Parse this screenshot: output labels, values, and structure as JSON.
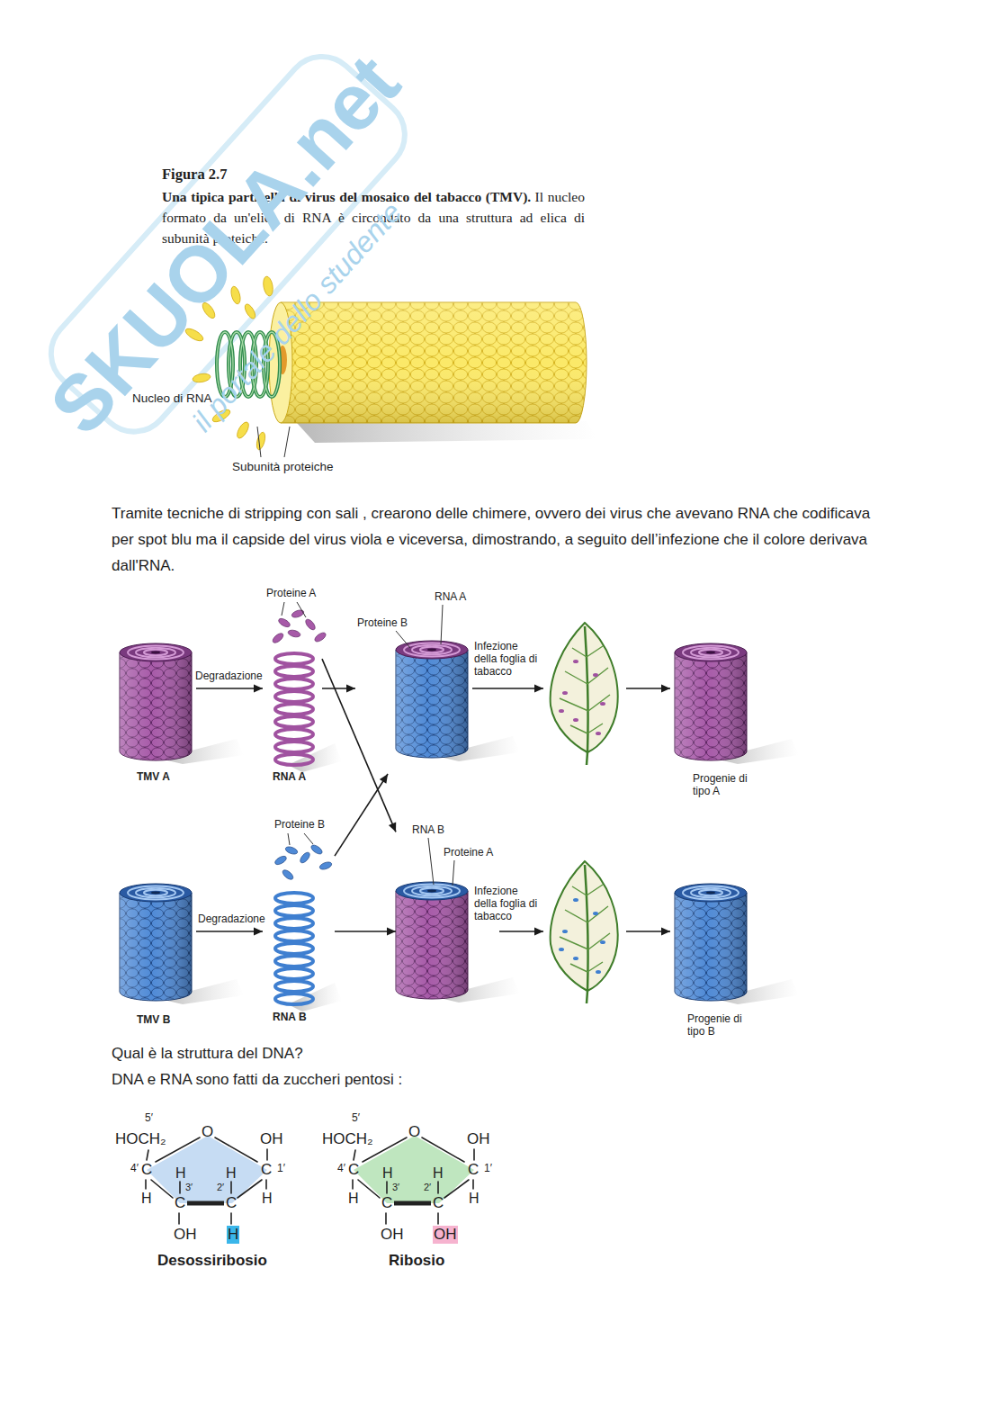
{
  "diagram": {
    "nodes": [
      {
        "text": [
          "TMV A"
        ]
      },
      {
        "text": [
          "Proteine A",
          "RNA A"
        ]
      },
      {
        "text": [
          "RNA A",
          "Proteine B"
        ]
      },
      {
        "text": [
          "Progenie di tipo A"
        ]
      },
      {
        "text": [
          "TMV B"
        ]
      },
      {
        "text": [
          "Proteine B",
          "RNA B"
        ]
      },
      {
        "text": [
          "RNA B",
          "Proteine A"
        ]
      },
      {
        "text": [
          "Progenie di tipo B"
        ]
      }
    ],
    "edges": [
      {
        "from": 0,
        "to": 1,
        "label": "Degradazione",
        "arrow": "to"
      },
      {
        "from": 1,
        "to": 2,
        "arrow": "to"
      },
      {
        "from": 2,
        "to": 3,
        "label": "Infezione della foglia di tabacco",
        "arrow": "to"
      },
      {
        "from": 1,
        "to": 6,
        "arrow": "to"
      },
      {
        "from": 4,
        "to": 5,
        "label": "Degradazione",
        "arrow": "to"
      },
      {
        "from": 5,
        "to": 6,
        "arrow": "to"
      },
      {
        "from": 6,
        "to": 7,
        "label": "Infezione della foglia di tabacco",
        "arrow": "to"
      },
      {
        "from": 5,
        "to": 2,
        "arrow": "to"
      }
    ],
    "labels": [
      "SKUOLA.net",
      "il portale dello studente",
      "Figura 2.7",
      "Una tipica particella di virus del mosaico del tabacco (TMV).",
      "Il nucleo formato da un'elica di RNA è circondato da una struttura ad elica di subunità proteiche.",
      "Nucleo di RNA",
      "Subunità proteiche",
      "Tramite tecniche di stripping con sali , crearono delle chimere, ovvero dei virus che avevano RNA che codificava per spot blu ma il capside del virus viola e viceversa, dimostrando, a seguito dell’infezione che il colore derivava dall'RNA.",
      "Qual è la struttura del DNA?",
      "DNA e RNA sono fatti da zuccheri pentosi :",
      "5′",
      "HOCH₂",
      "O",
      "OH",
      "4′",
      "C",
      "H",
      "3′",
      "H",
      "2′",
      "C",
      "1′",
      "H",
      "C",
      "C",
      "H",
      "OH",
      "H",
      "5′",
      "HOCH₂",
      "O",
      "OH",
      "4′",
      "C",
      "H",
      "3′",
      "H",
      "2′",
      "C",
      "1′",
      "H",
      "C",
      "C",
      "H",
      "OH",
      "OH",
      "Desossiribosio",
      "Ribosio"
    ]
  }
}
